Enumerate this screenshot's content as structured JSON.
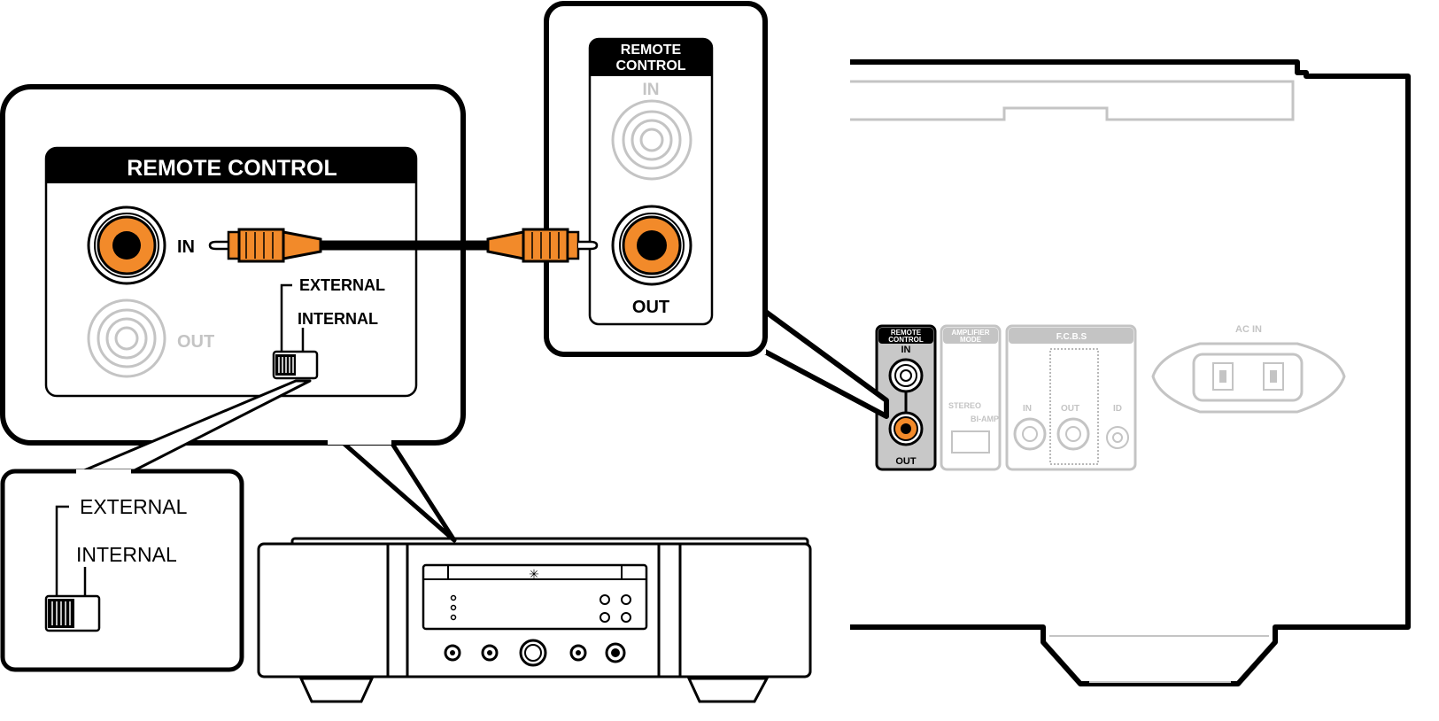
{
  "colors": {
    "connector_orange": "#f28a2a",
    "outline": "#000000",
    "inactive_gray": "#c4c4c4",
    "panel_fill": "#ffffff"
  },
  "left_callout": {
    "header": "REMOTE CONTROL",
    "in_label": "IN",
    "out_label": "OUT",
    "switch_external": "EXTERNAL",
    "switch_internal": "INTERNAL"
  },
  "switch_detail": {
    "external": "EXTERNAL",
    "internal": "INTERNAL"
  },
  "top_callout": {
    "header_line1": "REMOTE",
    "header_line2": "CONTROL",
    "in_label": "IN",
    "out_label": "OUT"
  },
  "rear_panel": {
    "remote_line1": "REMOTE",
    "remote_line2": "CONTROL",
    "remote_in": "IN",
    "remote_out": "OUT",
    "amp_mode_line1": "AMPLIFIER",
    "amp_mode_line2": "MODE",
    "amp_stereo": "STEREO",
    "amp_biamp": "BI-AMP",
    "fcbs": "F.C.B.S",
    "fcbs_in": "IN",
    "fcbs_out": "OUT",
    "fcbs_id": "ID",
    "ac_in": "AC IN"
  }
}
